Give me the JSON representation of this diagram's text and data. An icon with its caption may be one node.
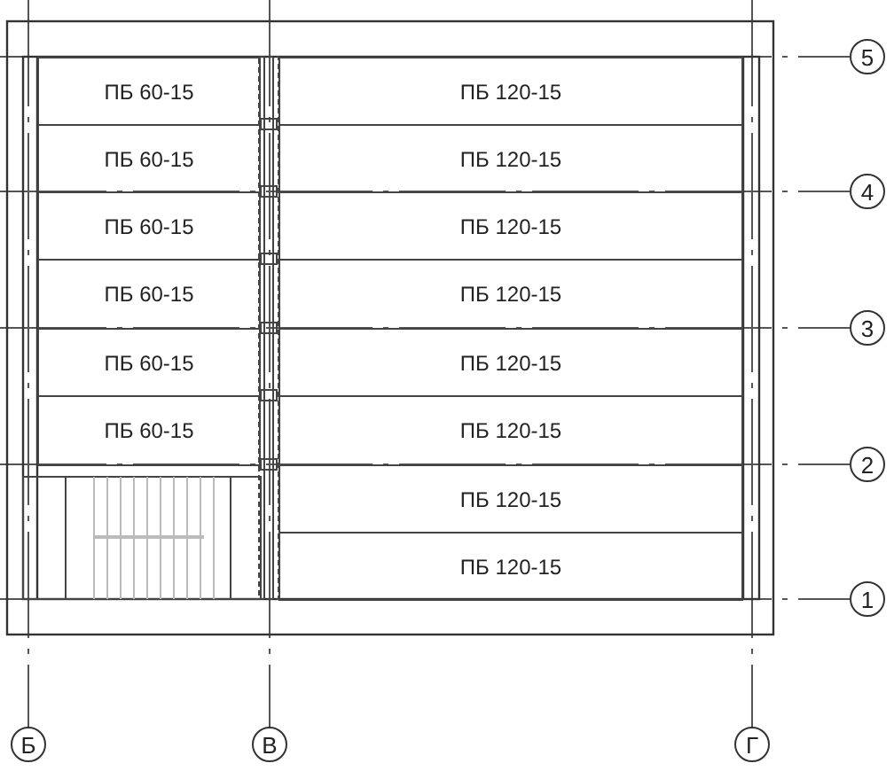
{
  "diagram": {
    "nodes": [
      {
        "text": [
          "ПБ 60-15"
        ]
      },
      {
        "text": [
          "ПБ 120-15"
        ]
      },
      {
        "text": [
          "ПБ 60-15"
        ]
      },
      {
        "text": [
          "ПБ 120-15"
        ]
      },
      {
        "text": [
          "ПБ 60-15"
        ]
      },
      {
        "text": [
          "ПБ 120-15"
        ]
      },
      {
        "text": [
          "ПБ 60-15"
        ]
      },
      {
        "text": [
          "ПБ 120-15"
        ]
      },
      {
        "text": [
          "ПБ 60-15"
        ]
      },
      {
        "text": [
          "ПБ 120-15"
        ]
      },
      {
        "text": [
          "ПБ 60-15"
        ]
      },
      {
        "text": [
          "ПБ 120-15"
        ]
      },
      {
        "text": [
          "ПБ 120-15"
        ]
      },
      {
        "text": [
          "ПБ 120-15"
        ]
      }
    ],
    "labels": [
      "5",
      "4",
      "3",
      "2",
      "1",
      "Б",
      "В",
      "Г"
    ]
  }
}
